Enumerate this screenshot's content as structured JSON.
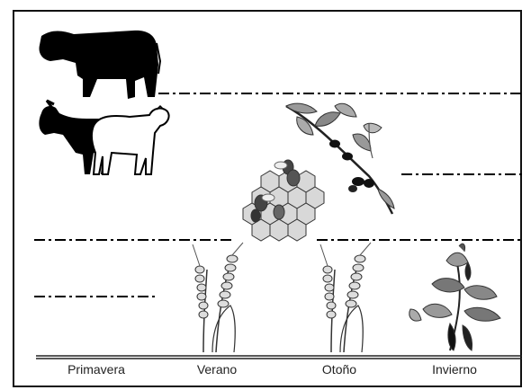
{
  "seasons": {
    "spring": "Primavera",
    "summer": "Verano",
    "autumn": "Otoño",
    "winter": "Invierno"
  },
  "icons": [
    "cow-icon",
    "goat-icon",
    "sheep-icon",
    "olive-branch-icon",
    "honeycomb-bees-icon",
    "wheat-icon",
    "carob-icon"
  ]
}
